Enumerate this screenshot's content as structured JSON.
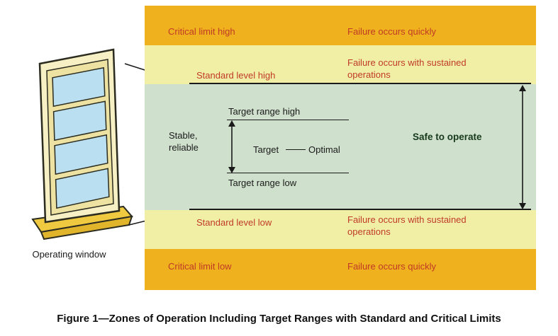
{
  "colors": {
    "critical_band": "#EFB11D",
    "standard_band": "#F1EFA6",
    "safe_band": "#CFE0CC",
    "red_text": "#C03A28",
    "safe_text": "#17391B",
    "line": "#1A1A1A"
  },
  "window": {
    "label": "Operating window"
  },
  "bands": [
    {
      "name": "critical-high",
      "label": "Critical limit high",
      "note": "Failure occurs quickly"
    },
    {
      "name": "standard-high",
      "label": "Standard level high",
      "note": "Failure occurs with sustained operations"
    },
    {
      "name": "safe-zone"
    },
    {
      "name": "standard-low",
      "label": "Standard level low",
      "note": "Failure occurs with sustained operations"
    },
    {
      "name": "critical-low",
      "label": "Critical limit low",
      "note": "Failure occurs quickly"
    }
  ],
  "safe_zone": {
    "target_range_high": "Target range high",
    "target_range_low": "Target range low",
    "stable_reliable": "Stable,\nreliable",
    "target": "Target",
    "optimal": "Optimal",
    "safe_to_operate": "Safe to operate"
  },
  "caption": "Figure 1—Zones of Operation Including Target Ranges with Standard and Critical Limits"
}
